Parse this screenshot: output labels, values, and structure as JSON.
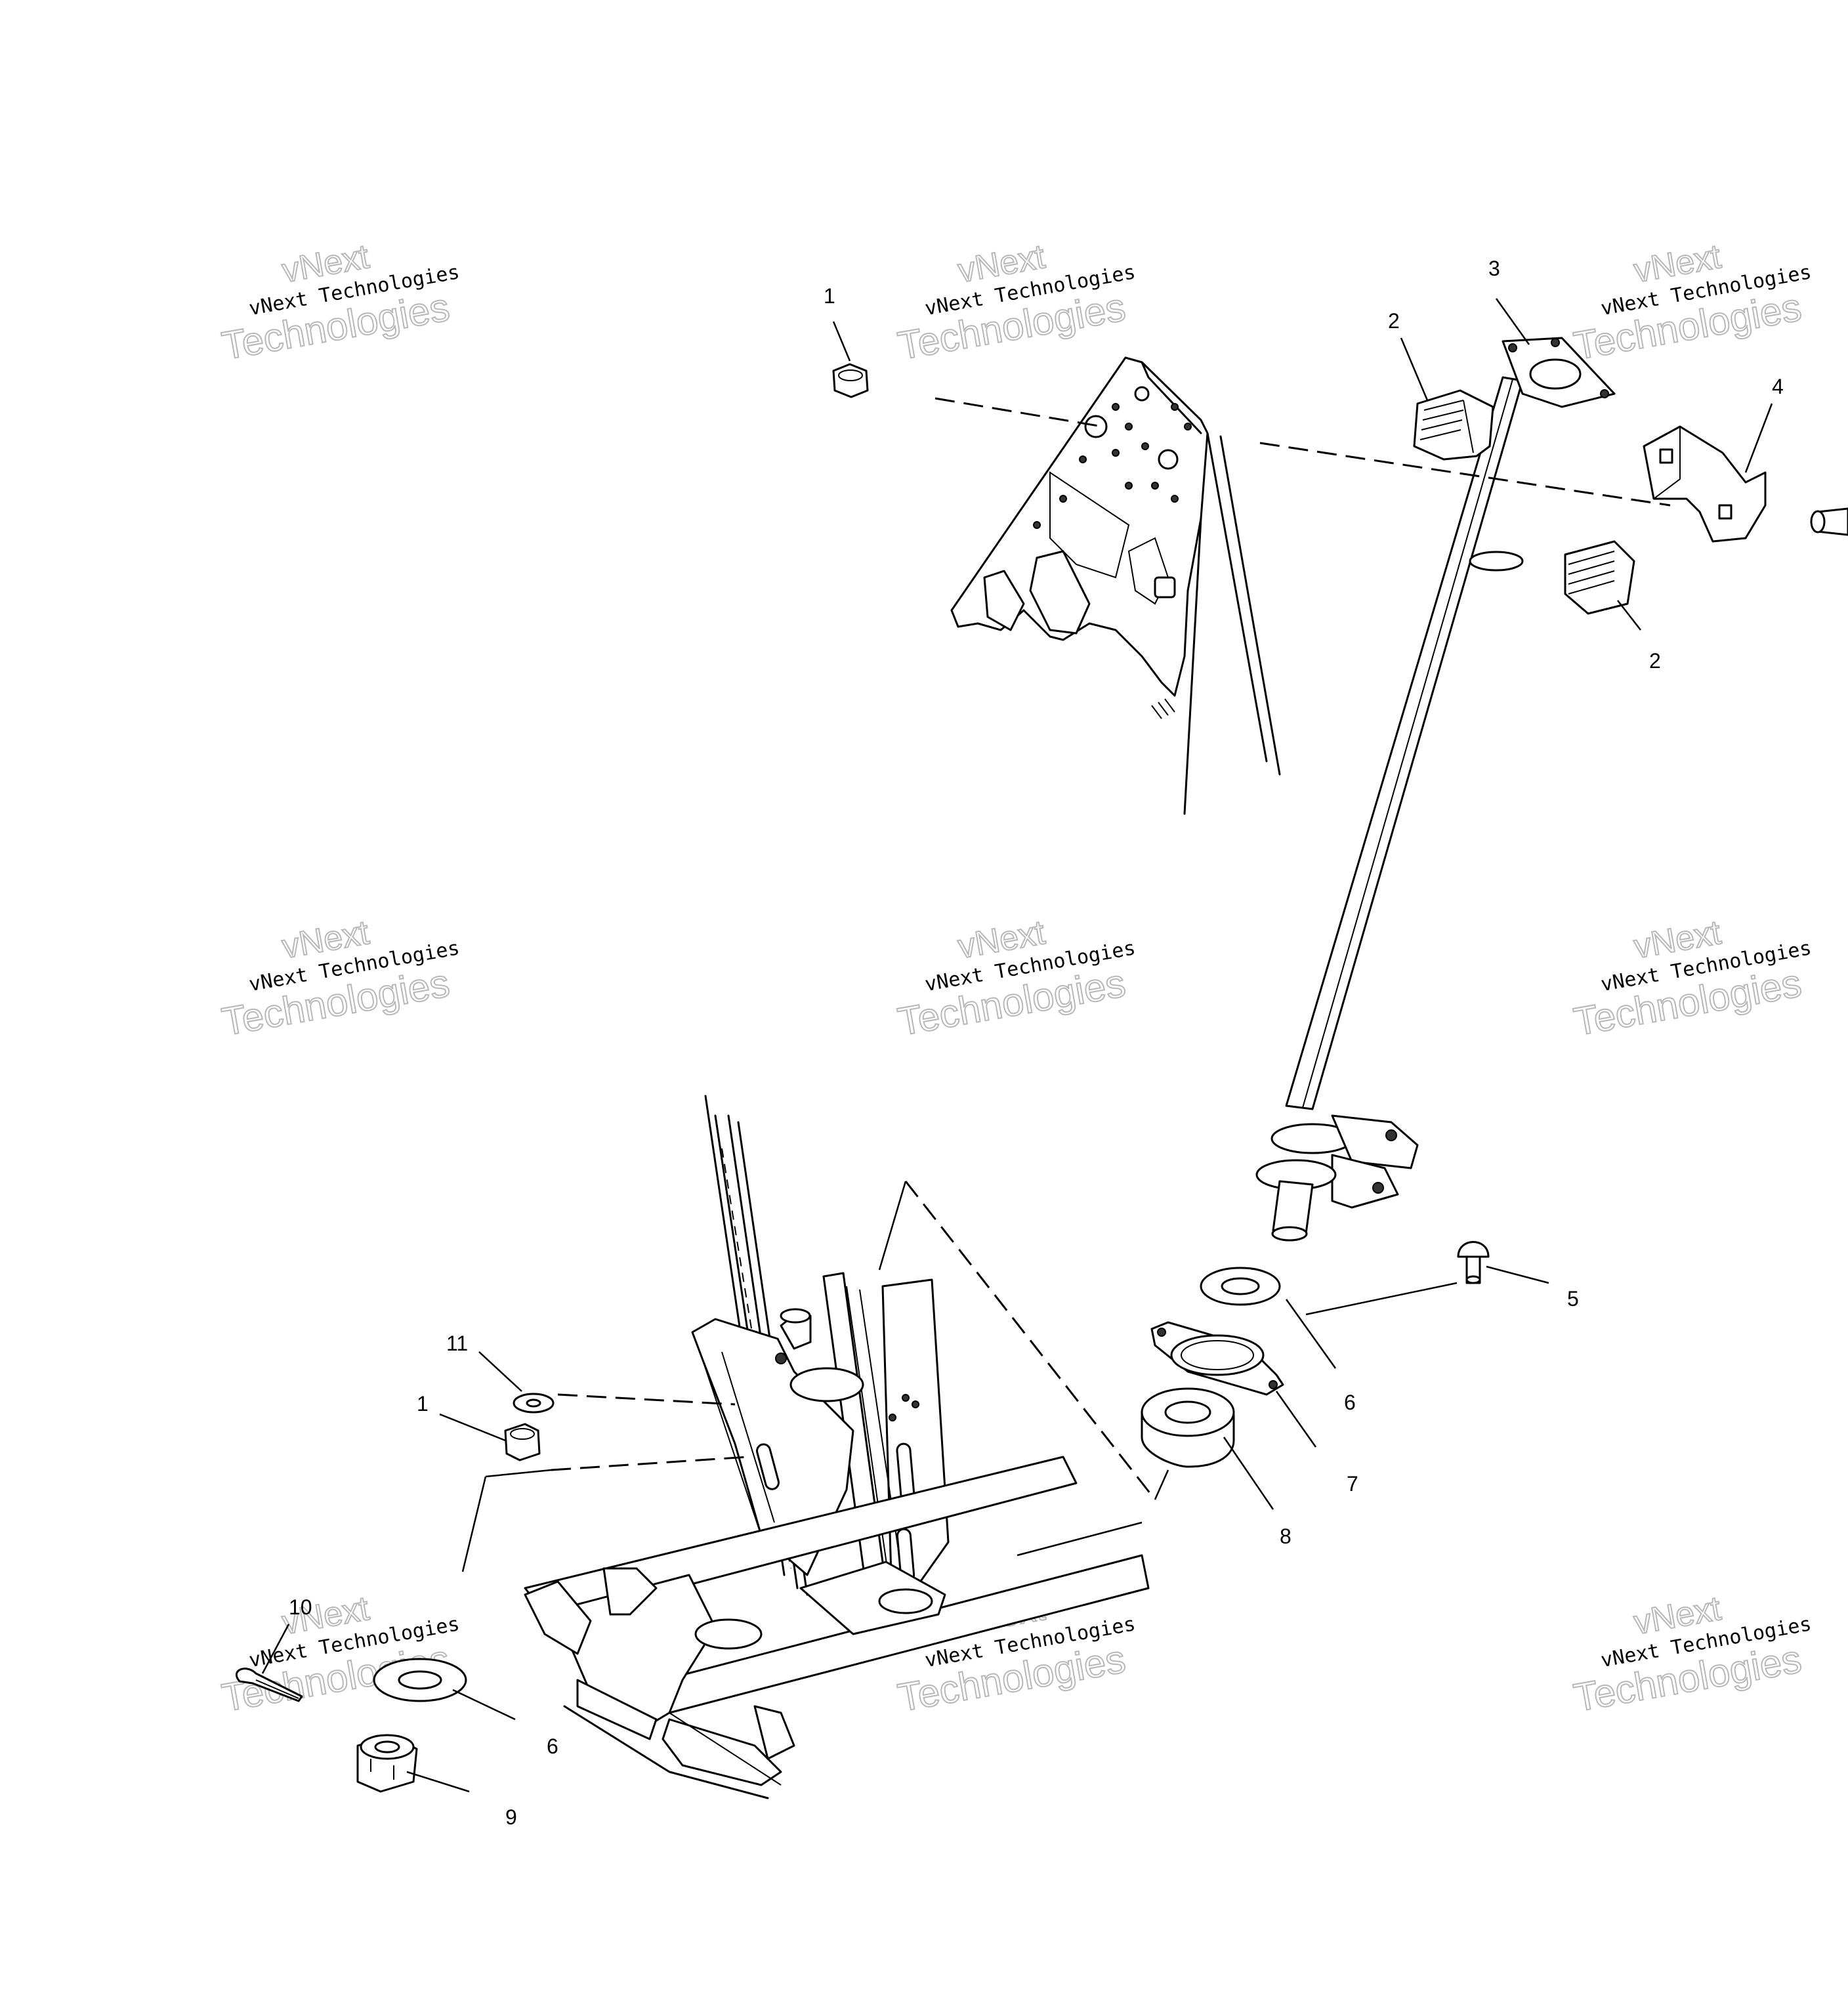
{
  "callouts": {
    "c1a": "1",
    "c3": "3",
    "c2a": "2",
    "c4": "4",
    "c2b": "2",
    "c5": "5",
    "c6a": "6",
    "c7": "7",
    "c8": "8",
    "c11": "11",
    "c1b": "1",
    "c10": "10",
    "c6b": "6",
    "c9": "9"
  },
  "watermark": {
    "brand": "vNext",
    "line": "vNext Technologies",
    "word": "Technologies"
  }
}
